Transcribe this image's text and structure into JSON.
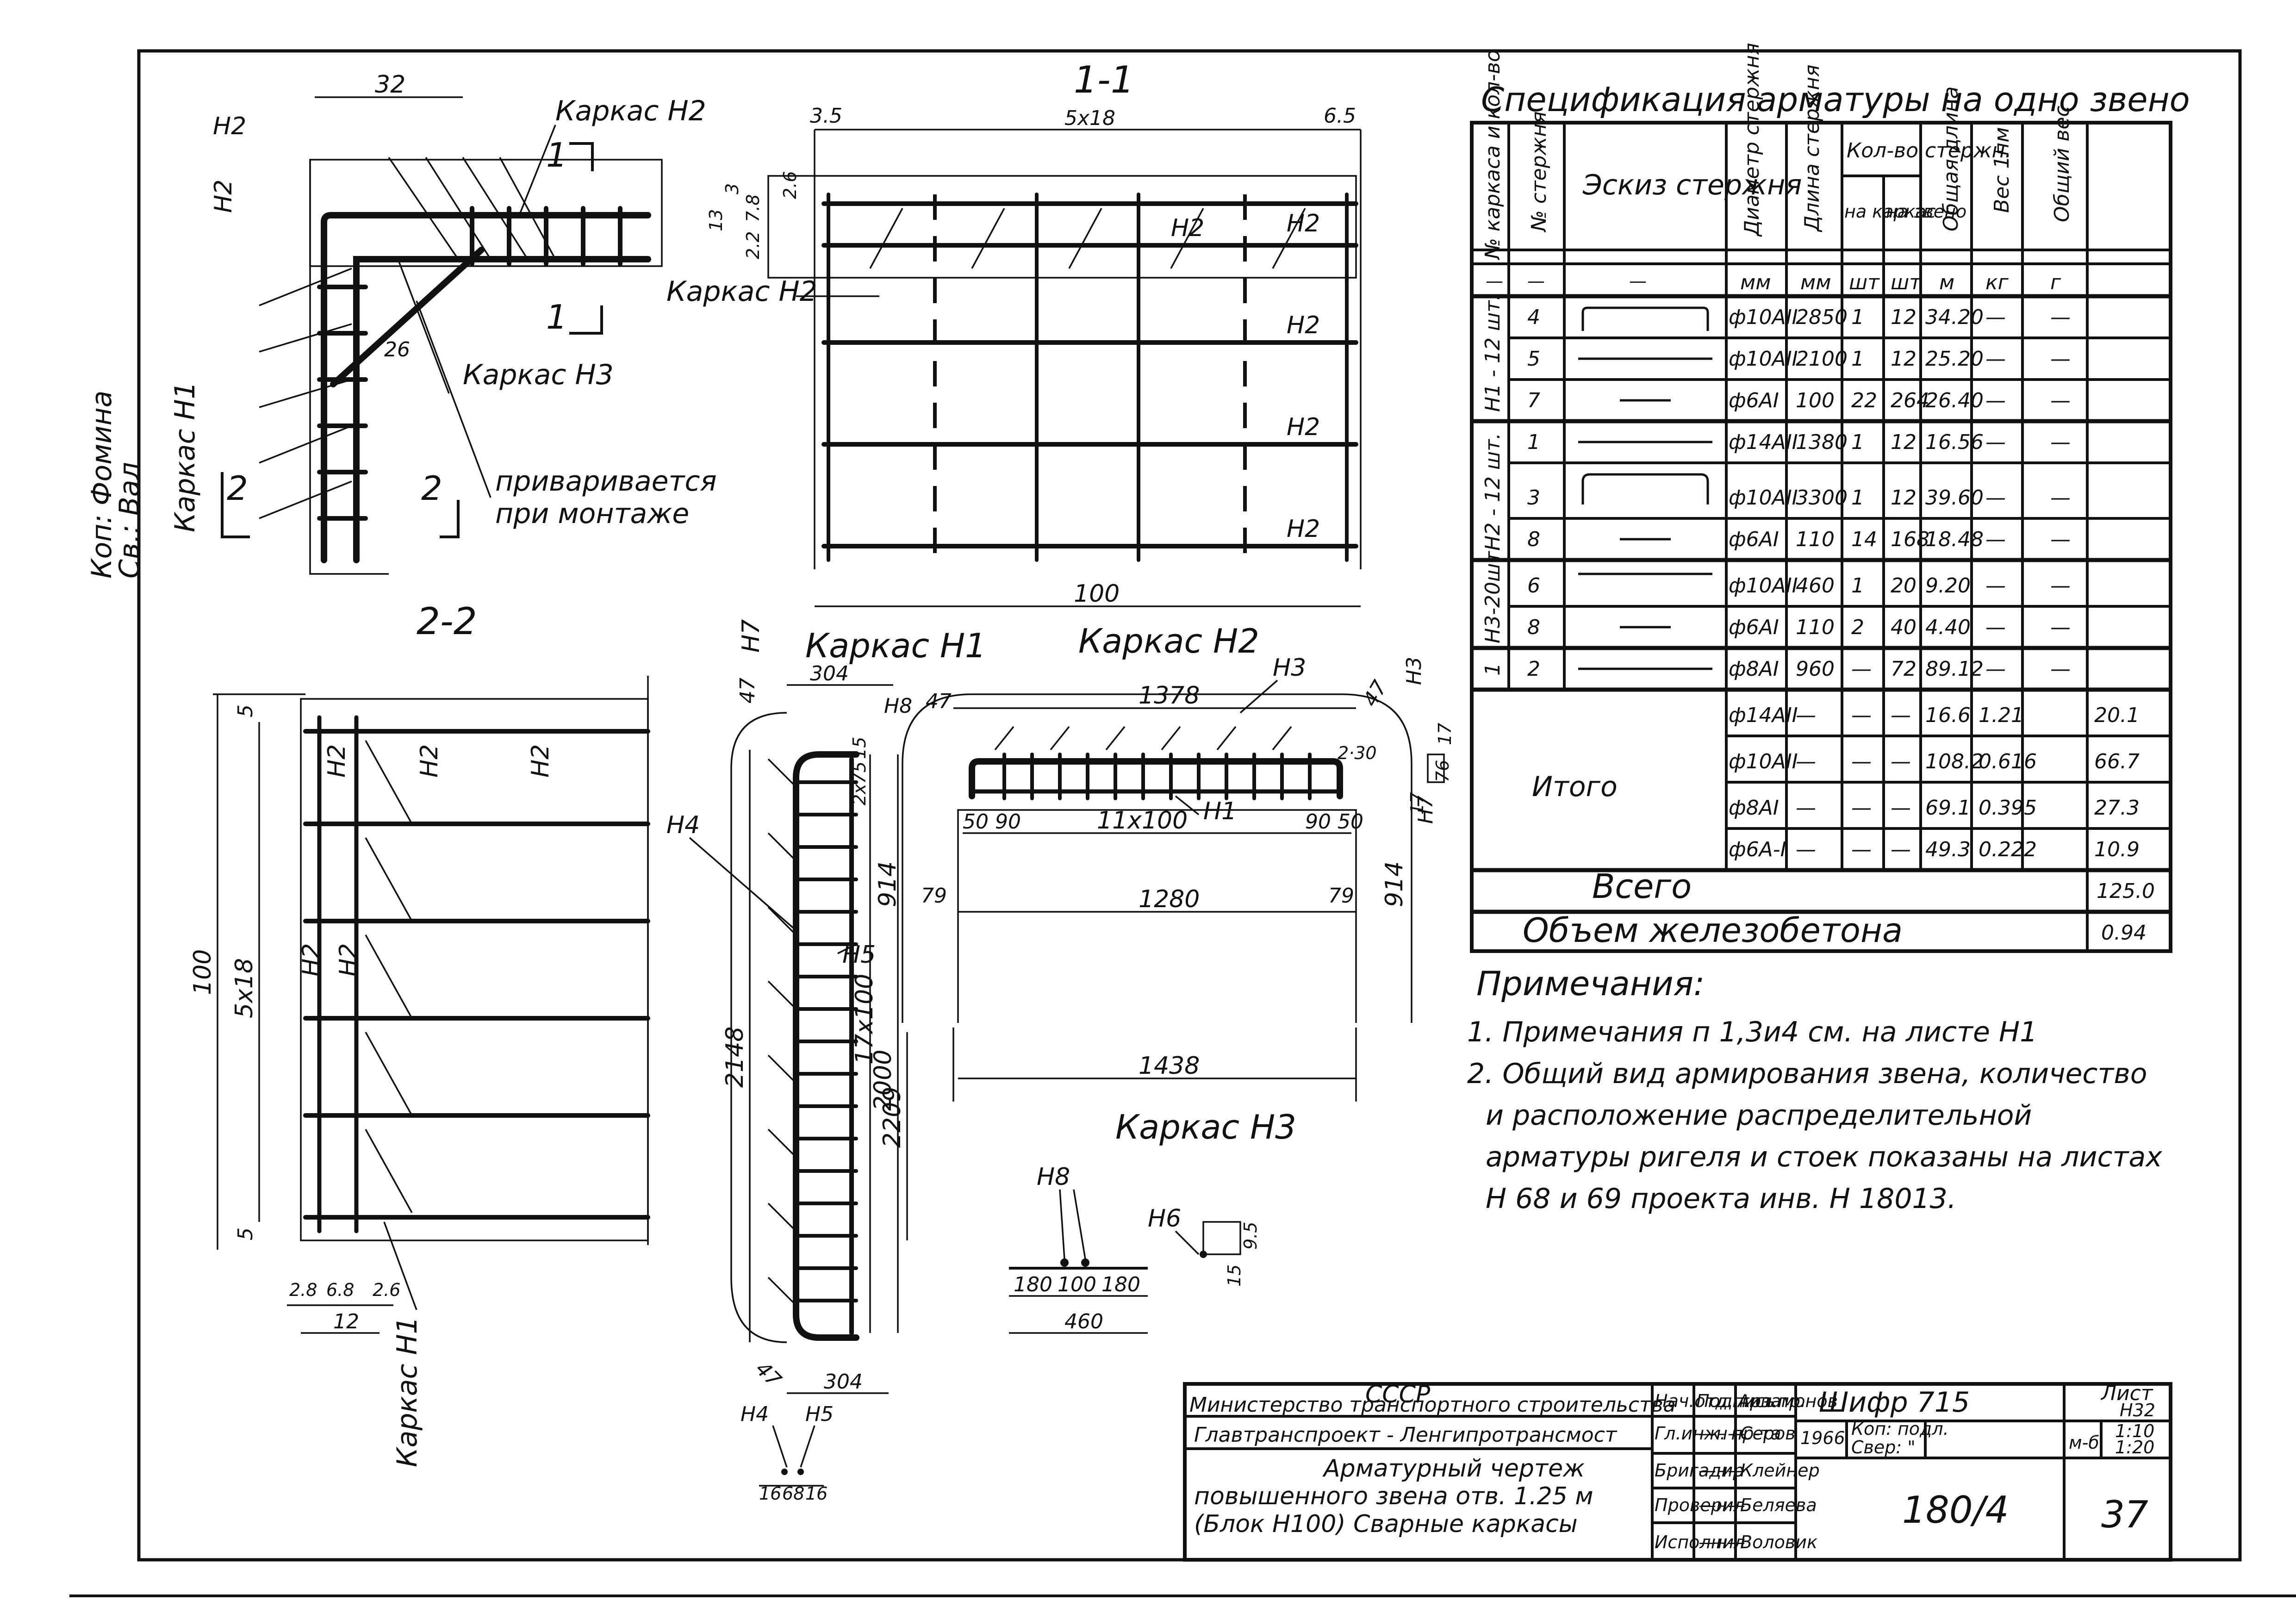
{
  "section_labels": {
    "s11": "1-1",
    "s22": "2-2",
    "cut1": "1",
    "cut2": "2"
  },
  "view_labels": {
    "karkas1": "Каркас Н1",
    "karkas2": "Каркас Н2",
    "karkas3": "Каркас Н3",
    "karkas2_leader_a": "Каркас Н2",
    "karkas2_leader_b": "Каркас Н2",
    "karkas3_leader": "Каркас Н3",
    "karkas1_vert_a": "Каркас Н1",
    "karkas1_vert_b": "Каркас Н1",
    "weld_note_1": "приваривается",
    "weld_note_2": "при монтаже"
  },
  "marks": {
    "n1": "Н1",
    "n2": "Н2",
    "n3": "Н3",
    "n4": "Н4",
    "n5": "Н5",
    "n6": "Н6",
    "n7": "Н7",
    "n8": "Н8"
  },
  "dimensions": {
    "d32": "32",
    "d26": "26",
    "d35": "3.5",
    "d5x18": "5х18",
    "d65": "6.5",
    "d3": "3",
    "d13": "13",
    "d78": "7.8",
    "d22": "2.2",
    "d26b": "2.6",
    "d100": "100",
    "d5": "5",
    "d28": "2.8",
    "d68": "6.8",
    "d12": "12",
    "d304": "304",
    "d47": "47",
    "d1378": "1378",
    "d230": "2·30",
    "d5090": "50 90",
    "d11x100": "11х100",
    "d9050": "90 50",
    "d79": "79",
    "d1280": "1280",
    "d914": "914",
    "d1438": "1438",
    "d2148": "2148",
    "d2000": "2000",
    "d17x100": "17х100",
    "d2209": "2209",
    "d2x75": "2х75",
    "d180": "180",
    "d460": "460",
    "d95": "9.5",
    "d15": "15",
    "d17": "17",
    "d76": "76",
    "d16": "16",
    "d68b": "68"
  },
  "spec": {
    "title": "Спецификация арматуры на одно звено",
    "headers": {
      "frame": "№ каркаса и кол-во",
      "bar": "№ стержня",
      "sketch": "Эскиз стержня",
      "diam": "Диаметр стержня",
      "length": "Длина стержня",
      "count": "Кол-во стержн.",
      "per_frame": "на каркас",
      "per_link": "на звено",
      "total_len": "Общая длина",
      "weight1": "Вес 1пм",
      "total_w": "Общий вес"
    },
    "units": [
      "—",
      "—",
      "—",
      "мм",
      "мм",
      "шт",
      "шт",
      "м",
      "кг",
      "г"
    ],
    "groups": [
      {
        "frame": "Н1 - 12 шт.",
        "rows": [
          {
            "bar": "4",
            "diam": "ф10АII",
            "len": "2850",
            "pf": "1",
            "pl": "12",
            "tl": "34.20",
            "w1": "—",
            "tw": "—"
          },
          {
            "bar": "5",
            "diam": "ф10АII",
            "len": "2100",
            "pf": "1",
            "pl": "12",
            "tl": "25.20",
            "w1": "—",
            "tw": "—"
          },
          {
            "bar": "7",
            "diam": "ф6АI",
            "len": "100",
            "pf": "22",
            "pl": "264",
            "tl": "26.40",
            "w1": "—",
            "tw": "—"
          }
        ]
      },
      {
        "frame": "Н2 - 12 шт.",
        "rows": [
          {
            "bar": "1",
            "diam": "ф14АII",
            "len": "1380",
            "pf": "1",
            "pl": "12",
            "tl": "16.56",
            "w1": "—",
            "tw": "—"
          },
          {
            "bar": "3",
            "diam": "ф10АII",
            "len": "3300",
            "pf": "1",
            "pl": "12",
            "tl": "39.60",
            "w1": "—",
            "tw": "—"
          },
          {
            "bar": "8",
            "diam": "ф6АI",
            "len": "110",
            "pf": "14",
            "pl": "168",
            "tl": "18.48",
            "w1": "—",
            "tw": "—"
          }
        ]
      },
      {
        "frame": "Н3-20шт.",
        "rows": [
          {
            "bar": "6",
            "diam": "ф10АII",
            "len": "460",
            "pf": "1",
            "pl": "20",
            "tl": "9.20",
            "w1": "—",
            "tw": "—"
          },
          {
            "bar": "8",
            "diam": "ф6АI",
            "len": "110",
            "pf": "2",
            "pl": "40",
            "tl": "4.40",
            "w1": "—",
            "tw": "—"
          }
        ]
      },
      {
        "frame": "1",
        "rows": [
          {
            "bar": "2",
            "diam": "ф8АI",
            "len": "960",
            "pf": "—",
            "pl": "72",
            "tl": "89.12",
            "w1": "—",
            "tw": "—"
          }
        ]
      }
    ],
    "itogo_label": "Итого",
    "itogo": [
      {
        "diam": "ф14АII",
        "len": "—",
        "pf": "—",
        "pl": "—",
        "tl": "16.6",
        "w1": "1.21",
        "tw": "20.1"
      },
      {
        "diam": "ф10АII",
        "len": "—",
        "pf": "—",
        "pl": "—",
        "tl": "108.2",
        "w1": "0.616",
        "tw": "66.7"
      },
      {
        "diam": "ф8АI",
        "len": "—",
        "pf": "—",
        "pl": "—",
        "tl": "69.1",
        "w1": "0.395",
        "tw": "27.3"
      },
      {
        "diam": "ф6А-I",
        "len": "—",
        "pf": "—",
        "pl": "—",
        "tl": "49.3",
        "w1": "0.222",
        "tw": "10.9"
      }
    ],
    "vsego_label": "Всего",
    "vsego": "125.0",
    "volume_label": "Объем железобетона",
    "volume": "0.94"
  },
  "notes": {
    "title": "Примечания:",
    "lines": [
      "1. Примечания п 1,3и4 см. на листе Н1",
      "2. Общий вид армирования звена, количество",
      "и расположение распределительной",
      "арматуры ригеля и стоек показаны на листах",
      "Н 68 и 69 проекта инв. Н 18013."
    ]
  },
  "titleblock": {
    "org1": "СССР",
    "org2": "Министерство транспортного строительства",
    "org3": "Главтранспроект - Ленгипротрансмост",
    "desc1": "Арматурный чертеж",
    "desc2": "повышенного звена отв. 1.25 м",
    "desc3": "(Блок Н100) Сварные каркасы",
    "roles": [
      "Нач.отд. тип.пр.",
      "Гл.инж. пр-та",
      "Бригадир",
      "Проверил",
      "Исполнил"
    ],
    "signatures": [
      "Подпись",
      "—н—",
      "—н—",
      "—н—",
      "—н—"
    ],
    "names": [
      "Арзамонов",
      "Серов",
      "Клейнер",
      "Беляева",
      "Воловик"
    ],
    "shifr": "Шифр 715",
    "year": "1966",
    "kop": "Коп: подл.",
    "sver": "Свер: \"",
    "scale_label": "м-б",
    "scale1": "1:10",
    "scale2": "1:20",
    "number": "180/4",
    "sheet_label": "Лист",
    "sheet": "Н32",
    "page": "37"
  },
  "margin_note": {
    "line1": "Коп: Фомина",
    "line2": "Св.: Вал"
  }
}
